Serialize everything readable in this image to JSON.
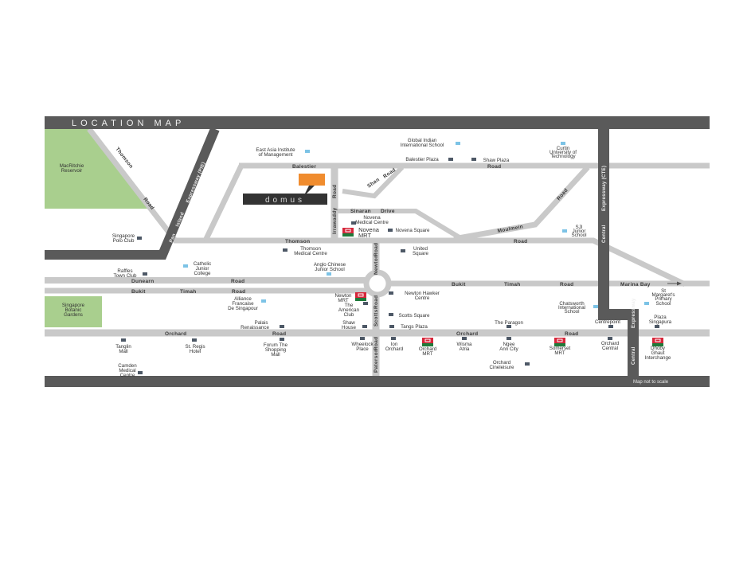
{
  "title": "LOCATION MAP",
  "note": "Map not to scale",
  "development": {
    "name": "domus",
    "color": "#f08c2e"
  },
  "colors": {
    "road": "#c9c9c9",
    "expressway": "#5a5a5a",
    "park": "#a9cf8e",
    "mrt_red": "#d6263a",
    "mrt_green": "#1f7a3a",
    "poi_dark": "#4d5866",
    "poi_school": "#7cc3e6"
  },
  "parks": {
    "macritchie": [
      "MacRitchie",
      "Reservoir"
    ],
    "botanic": [
      "Singapore",
      "Botanic",
      "Gardens"
    ]
  },
  "roads": {
    "thomson_upper": [
      "Thomson",
      "Road"
    ],
    "pie": [
      "Pan",
      "Island",
      "Expressway (PIE)"
    ],
    "balestier": [
      "Balestier",
      "Road"
    ],
    "shan": [
      "Shan",
      "Road"
    ],
    "irrawaddy": [
      "Irrawaddy",
      "Road"
    ],
    "sinaran": [
      "Sinaran",
      "Drive"
    ],
    "moulmein": [
      "Moulmein",
      "Road"
    ],
    "thomson": [
      "Thomson",
      "Road"
    ],
    "cte": [
      "Central",
      "Expressway (CTE)"
    ],
    "newton": [
      "Newton",
      "Road"
    ],
    "dunearn": [
      "Dunearn",
      "Road"
    ],
    "bukit_timah_left": [
      "Bukit",
      "Timah",
      "Road"
    ],
    "bukit_timah_right": [
      "Bukit",
      "Timah",
      "Road"
    ],
    "marina_bay": "Marina Bay",
    "scotts": [
      "Scotts",
      "Road"
    ],
    "orchard": [
      "Orchard",
      "Road",
      "Orchard",
      "Road"
    ],
    "paterson": [
      "Paterson",
      "Road"
    ],
    "cte_lower": [
      "Expressway",
      "Central"
    ]
  },
  "pois": {
    "east_asia": [
      "East Asia Institute",
      "of Management"
    ],
    "global_indian": [
      "Global Indian",
      "International School"
    ],
    "curtin": [
      "Curtin",
      "University of",
      "Technology"
    ],
    "balestier_plaza": [
      "Balestier Plaza"
    ],
    "shaw_plaza": [
      "Shaw Plaza"
    ],
    "novena_medical": [
      "Novena",
      "Medical Centre"
    ],
    "novena_mrt": [
      "Novena",
      "MRT"
    ],
    "novena_square": [
      "Novena Square"
    ],
    "sji": [
      "SJI",
      "Junior",
      "School"
    ],
    "united_square": [
      "United",
      "Square"
    ],
    "polo_club": [
      "Singapore",
      "Polo Club"
    ],
    "thomson_medical": [
      "Thomson",
      "Medical Centre"
    ],
    "catholic_jc": [
      "Catholic",
      "Junior",
      "College"
    ],
    "acjc": [
      "Anglo Chinese",
      "Junior School"
    ],
    "raffles_town": [
      "Raffles",
      "Town Club"
    ],
    "alliance": [
      "Alliance",
      "Francaise",
      "De Singapour"
    ],
    "newton_mrt": [
      "Newton",
      "MRT"
    ],
    "american_club": [
      "The",
      "American",
      "Club"
    ],
    "palais": [
      "Palais",
      "Renaissance"
    ],
    "shaw_house": [
      "Shaw",
      "House"
    ],
    "newton_hawker": [
      "Newton Hawker",
      "Centre"
    ],
    "scotts_square": [
      "Scotts Square"
    ],
    "tangs": [
      "Tangs Plaza"
    ],
    "tanglin": [
      "Tanglin",
      "Mall"
    ],
    "st_regis": [
      "St. Regis",
      "Hotel"
    ],
    "forum": [
      "Forum The",
      "Shopping",
      "Mall"
    ],
    "wheelock": [
      "Wheelock",
      "Place"
    ],
    "ion": [
      "Ion",
      "Orchard"
    ],
    "orchard_mrt": [
      "Orchard",
      "MRT"
    ],
    "wisma": [
      "Wisma",
      "Atria"
    ],
    "paragon": [
      "The Paragon"
    ],
    "ngee_ann": [
      "Ngee",
      "Ann City"
    ],
    "cineleisure": [
      "Orchard",
      "Cineleisure"
    ],
    "somerset_mrt": [
      "Somerset",
      "MRT"
    ],
    "chatsworth": [
      "Chatsworth",
      "International",
      "School"
    ],
    "centrepoint": [
      "Centrepoint"
    ],
    "orchard_central": [
      "Orchard",
      "Central"
    ],
    "st_margarets": [
      "St",
      "Margaret's",
      "Primary",
      "School"
    ],
    "plaza_sing": [
      "Plaza",
      "Singapura"
    ],
    "dhoby": [
      "Dhoby",
      "Ghaut",
      "Interchange"
    ],
    "camden": [
      "Camden",
      "Medical",
      "Centre"
    ]
  }
}
